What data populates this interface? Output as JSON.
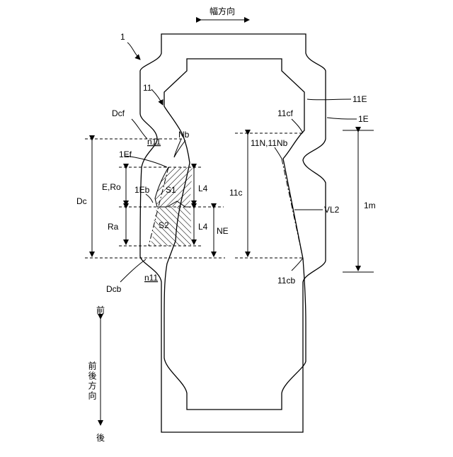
{
  "figure": {
    "labels": {
      "width_direction": "幅方向",
      "ref_1": "1",
      "ref_11": "11",
      "ref_11E": "11E",
      "ref_1E": "1E",
      "ref_11cf": "11cf",
      "ref_Dcf": "Dcf",
      "ref_n11_top": "n11",
      "ref_Nb": "Nb",
      "ref_11N_11Nb": "11N,11Nb",
      "ref_1Ef": "1Ef",
      "ref_E_Ro": "E,Ro",
      "ref_1Eb": "1Eb",
      "ref_S1": "S1",
      "ref_S2": "S2",
      "ref_L4_upper": "L4",
      "ref_L4_lower": "L4",
      "ref_NE": "NE",
      "ref_Dc": "Dc",
      "ref_Ra": "Ra",
      "ref_11c": "11c",
      "ref_VL2": "VL2",
      "ref_1m": "1m",
      "ref_Dcb": "Dcb",
      "ref_n11_bottom": "n11",
      "ref_11cb": "11cb",
      "front": "前",
      "front_back_direction": "前後方向",
      "back": "後"
    }
  }
}
